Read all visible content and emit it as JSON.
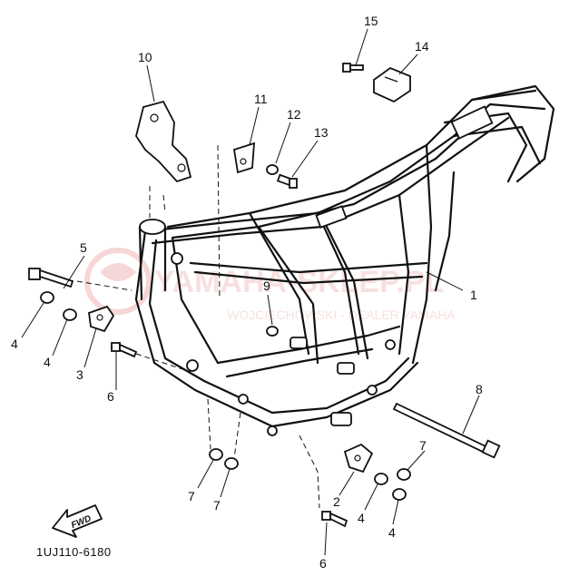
{
  "diagram_code": "1UJ110-6180",
  "fwd_label": "FWD",
  "watermark": {
    "main": "YAMAHA-SKLEP.PL",
    "sub": "WOJCIECHOWSKI - DEALER YAMAHA"
  },
  "callouts": [
    {
      "id": "c15",
      "label": "15"
    },
    {
      "id": "c14",
      "label": "14"
    },
    {
      "id": "c10",
      "label": "10"
    },
    {
      "id": "c11",
      "label": "11"
    },
    {
      "id": "c12",
      "label": "12"
    },
    {
      "id": "c13",
      "label": "13"
    },
    {
      "id": "c5",
      "label": "5"
    },
    {
      "id": "c1",
      "label": "1"
    },
    {
      "id": "c9",
      "label": "9"
    },
    {
      "id": "c4a",
      "label": "4"
    },
    {
      "id": "c4b",
      "label": "4"
    },
    {
      "id": "c3",
      "label": "3"
    },
    {
      "id": "c6a",
      "label": "6"
    },
    {
      "id": "c8",
      "label": "8"
    },
    {
      "id": "c7a",
      "label": "7"
    },
    {
      "id": "c7b",
      "label": "7"
    },
    {
      "id": "c7c",
      "label": "7"
    },
    {
      "id": "c2",
      "label": "2"
    },
    {
      "id": "c4c",
      "label": "4"
    },
    {
      "id": "c4d",
      "label": "4"
    },
    {
      "id": "c6b",
      "label": "6"
    }
  ]
}
